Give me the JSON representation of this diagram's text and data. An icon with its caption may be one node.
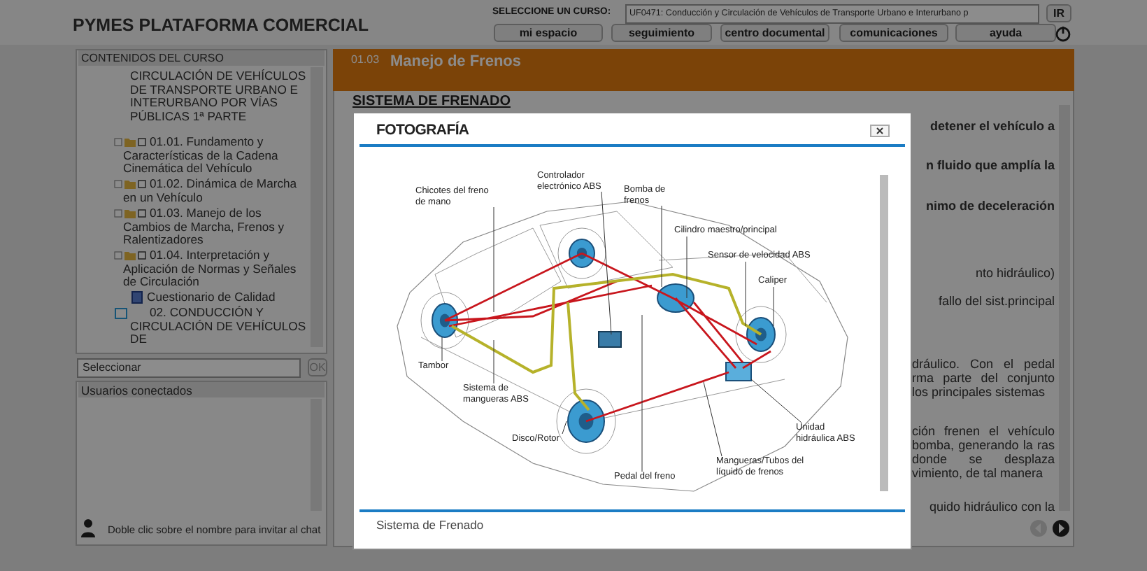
{
  "diagram": {
    "title": "PYMES PLATAFORMA COMERCIAL",
    "caption": "Sistema de Frenado",
    "nodes": [
      {
        "text": [
          "Chicotes del freno de mano"
        ]
      },
      {
        "text": [
          "Controlador electrónico ABS"
        ]
      },
      {
        "text": [
          "Bomba de frenos"
        ]
      },
      {
        "text": [
          "Cilindro maestro/principal"
        ]
      },
      {
        "text": [
          "Sensor de velocidad ABS"
        ]
      },
      {
        "text": [
          "Caliper"
        ]
      },
      {
        "text": [
          "Tambor"
        ]
      },
      {
        "text": [
          "Sistema de mangueras ABS"
        ]
      },
      {
        "text": [
          "Disco/Rotor"
        ]
      },
      {
        "text": [
          "Unidad hidráulica ABS"
        ]
      },
      {
        "text": [
          "Mangueras/Tubos del líquido de frenos"
        ]
      },
      {
        "text": [
          "Pedal del freno"
        ]
      }
    ],
    "edges": [
      {
        "from": 0,
        "to": null,
        "arrow": "none"
      },
      {
        "from": 1,
        "to": null,
        "arrow": "none"
      },
      {
        "from": 2,
        "to": null,
        "arrow": "none"
      },
      {
        "from": 3,
        "to": null,
        "arrow": "none"
      },
      {
        "from": 4,
        "to": null,
        "arrow": "none"
      },
      {
        "from": 5,
        "to": null,
        "arrow": "none"
      },
      {
        "from": 6,
        "to": null,
        "arrow": "none"
      },
      {
        "from": 7,
        "to": null,
        "arrow": "none"
      },
      {
        "from": 8,
        "to": null,
        "arrow": "none"
      },
      {
        "from": 9,
        "to": null,
        "arrow": "none"
      },
      {
        "from": 10,
        "to": null,
        "arrow": "none"
      },
      {
        "from": 11,
        "to": null,
        "arrow": "none"
      }
    ],
    "labels": [
      "SELECCIONE UN CURSO:",
      "UF0471: Conducción y Circulación de Vehículos de Transporte Urbano e Interurbano p",
      "IR",
      "mi espacio",
      "seguimiento",
      "centro documental",
      "comunicaciones",
      "ayuda",
      "CONTENIDOS DEL CURSO",
      "CIRCULACIÓN DE VEHÍCULOS DE TRANSPORTE URBANO E INTERURBANO POR VÍAS PÚBLICAS 1ª PARTE",
      "01.01. Fundamento y Características de la Cadena Cinemática del Vehículo",
      "01.02. Dinámica de Marcha en un Vehículo",
      "01.03. Manejo de los Cambios de Marcha, Frenos y Ralentizadores",
      "01.04. Interpretación y Aplicación de Normas y Señales de Circulación",
      "Cuestionario de Calidad",
      "02. CONDUCCIÓN Y CIRCULACIÓN DE VEHÍCULOS DE",
      "Seleccionar",
      "OK",
      "Usuarios conectados",
      "Doble clic sobre el nombre para invitar al chat",
      "01.03",
      "Manejo de Frenos",
      "SISTEMA DE FRENADO",
      "detener el vehículo a",
      "n fluido que amplía la",
      "nimo de deceleración",
      "nto hidráulico)",
      "fallo del sist.principal",
      "dráulico. Con el pedal rma parte del conjunto los principales sistemas",
      "ción frenen el vehículo bomba, generando la ras donde se desplaza vimiento, de tal manera",
      "quido hidráulico con la",
      "FOTOGRAFÍA"
    ]
  }
}
